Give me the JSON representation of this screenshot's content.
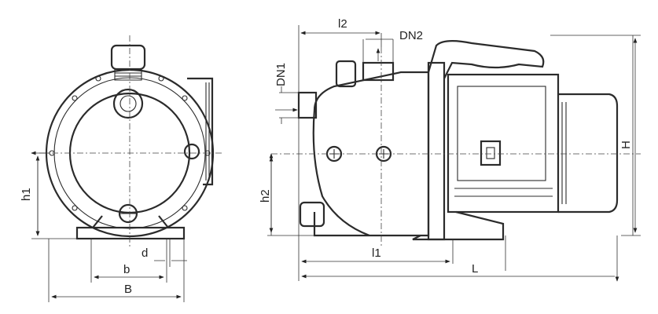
{
  "diagram": {
    "title": "Pump dimension drawing",
    "front_view_labels": {
      "h1": "h1",
      "d": "d",
      "b": "b",
      "B": "B"
    },
    "side_view_labels": {
      "l2": "l2",
      "DN2": "DN2",
      "DN1": "DN1",
      "h2": "h2",
      "H": "H",
      "l1": "l1",
      "L": "L"
    }
  }
}
